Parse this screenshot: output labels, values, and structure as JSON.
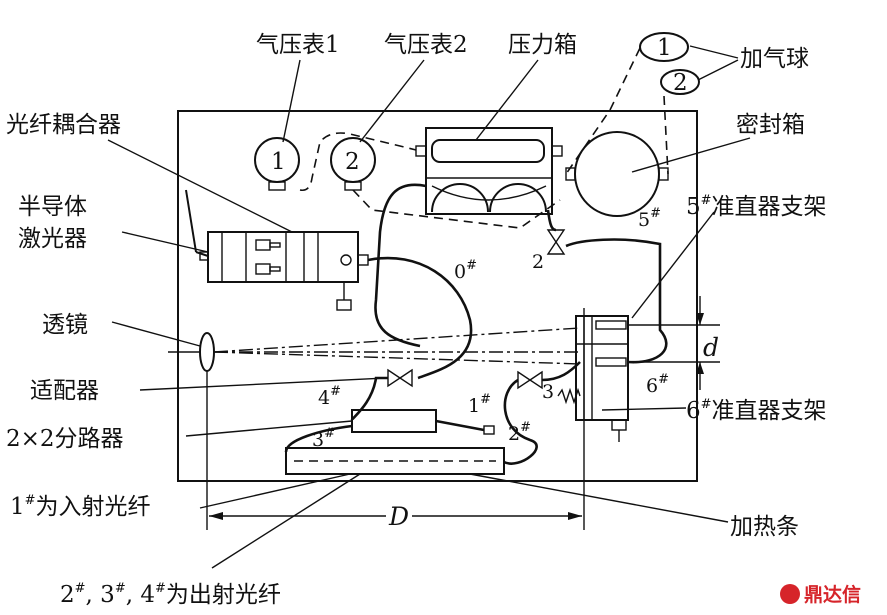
{
  "labels": {
    "gauge1": "气压表1",
    "gauge2": "气压表2",
    "pressure_box": "压力箱",
    "air_bulb": "加气球",
    "fiber_coupler": "光纤耦合器",
    "sealed_box": "密封箱",
    "laser_line1": "半导体",
    "laser_line2": "激光器",
    "lens": "透镜",
    "adapter": "适配器",
    "splitter": "2×2分路器",
    "holder5": "准直器支架",
    "holder6": "准直器支架",
    "heater": "加热条",
    "incident_suffix": "为入射光纤",
    "exit_suffix": "为出射光纤"
  },
  "marks": {
    "gauge1_num": "1",
    "gauge2_num": "2",
    "bulb1_num": "1",
    "bulb2_num": "2",
    "valve2": "2",
    "valve3": "3",
    "fiber0": "0",
    "fiber1": "1",
    "fiber2": "2",
    "fiber3": "3",
    "fiber4": "4",
    "fiber5": "5",
    "fiber6": "6",
    "holder5_num": "5",
    "holder6_num": "6",
    "incident_num": "1",
    "exit_a": "2",
    "exit_b": "3",
    "exit_c": "4",
    "exit_sep1": ", ",
    "exit_sep2": ", ",
    "hash": "#",
    "dim_small": "d",
    "dim_large": "D"
  },
  "watermark": {
    "text": "鼎达信",
    "color": "#d6242a"
  }
}
